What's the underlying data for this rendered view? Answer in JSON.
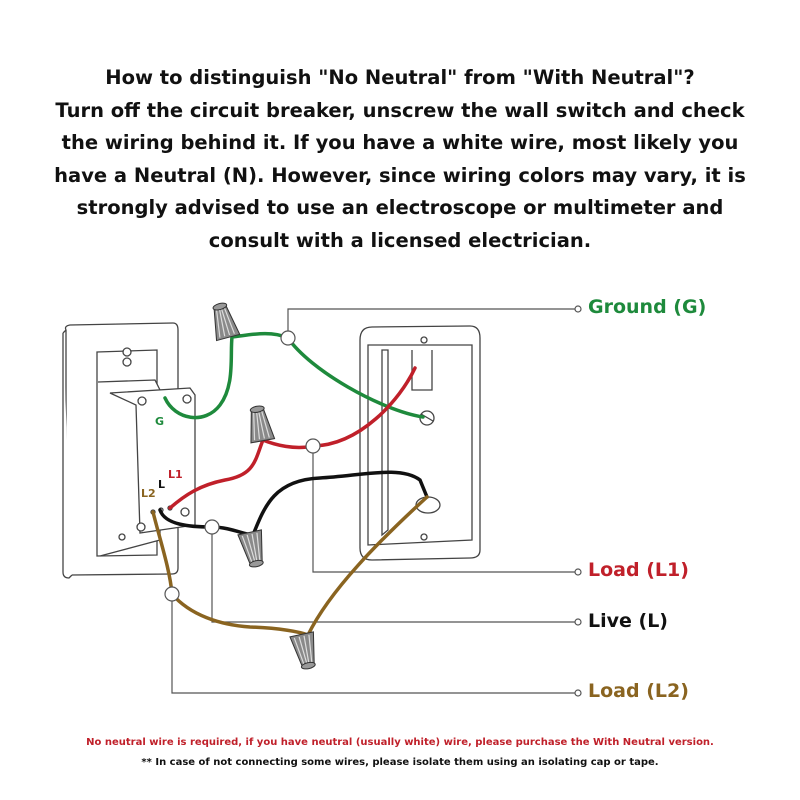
{
  "intro": {
    "lines": [
      "How to distinguish \"No Neutral\" from \"With Neutral\"?",
      "Turn off the circuit breaker, unscrew the wall switch and check",
      "the wiring behind it. If you have a white wire, most likely you",
      "have a Neutral (N). However, since wiring colors may vary, it is",
      "strongly advised  to use an electroscope or multimeter and",
      "consult with a licensed electrician."
    ]
  },
  "labels": {
    "ground": "Ground (G)",
    "load_l1": "Load (L1)",
    "live": "Live (L)",
    "load_l2": "Load (L2)"
  },
  "terminals": {
    "g": "G",
    "l1": "L1",
    "l": "L",
    "l2": "L2"
  },
  "colors": {
    "ground": "#1e8a3c",
    "load_l1": "#c0202a",
    "live": "#111111",
    "load_l2": "#8a6420",
    "note_red": "#c0202a"
  },
  "notes": {
    "neutral": "No neutral wire is required, if you have neutral (usually white) wire, please purchase the With Neutral version.",
    "isolate": "** In case of not connecting some wires, please isolate them using an isolating cap or tape."
  }
}
